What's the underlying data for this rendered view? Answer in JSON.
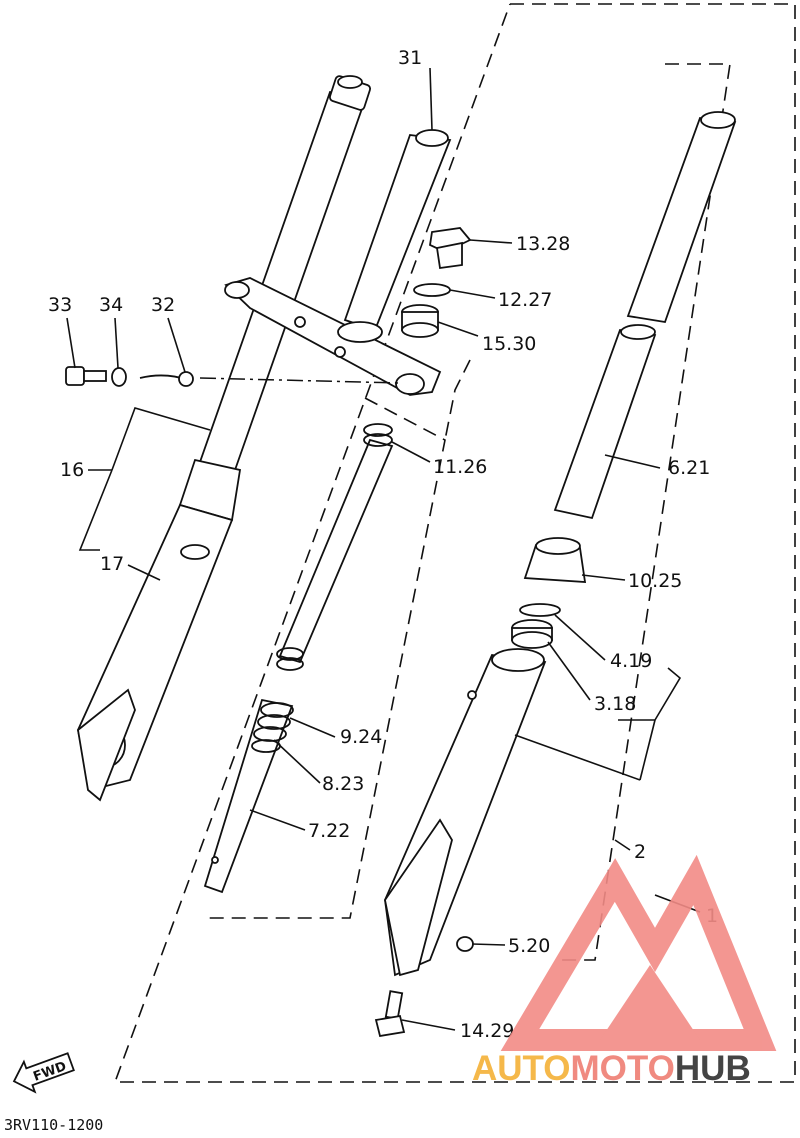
{
  "diagram": {
    "drawing_code": "3RV110-1200",
    "fwd_label": "FWD",
    "watermark": {
      "part1": "AUTO",
      "part2": "MOTO",
      "part3": "HUB",
      "color_auto": "#f5b84a",
      "color_moto": "#f08a80",
      "color_hub": "#444444",
      "logo_color": "#f28b86"
    },
    "callouts": [
      {
        "id": "31",
        "label": "31"
      },
      {
        "id": "13.28",
        "label": "13.28"
      },
      {
        "id": "12.27",
        "label": "12.27"
      },
      {
        "id": "15.30",
        "label": "15.30"
      },
      {
        "id": "33",
        "label": "33"
      },
      {
        "id": "34",
        "label": "34"
      },
      {
        "id": "32",
        "label": "32"
      },
      {
        "id": "11.26",
        "label": "11.26"
      },
      {
        "id": "16",
        "label": "16"
      },
      {
        "id": "17",
        "label": "17"
      },
      {
        "id": "6.21",
        "label": "6.21"
      },
      {
        "id": "10.25",
        "label": "10.25"
      },
      {
        "id": "4.19",
        "label": "4.19"
      },
      {
        "id": "3.18",
        "label": "3.18"
      },
      {
        "id": "9.24",
        "label": "9.24"
      },
      {
        "id": "8.23",
        "label": "8.23"
      },
      {
        "id": "7.22",
        "label": "7.22"
      },
      {
        "id": "2",
        "label": "2"
      },
      {
        "id": "1",
        "label": "1"
      },
      {
        "id": "5.20",
        "label": "5.20"
      },
      {
        "id": "14.29",
        "label": "14.29"
      }
    ]
  }
}
